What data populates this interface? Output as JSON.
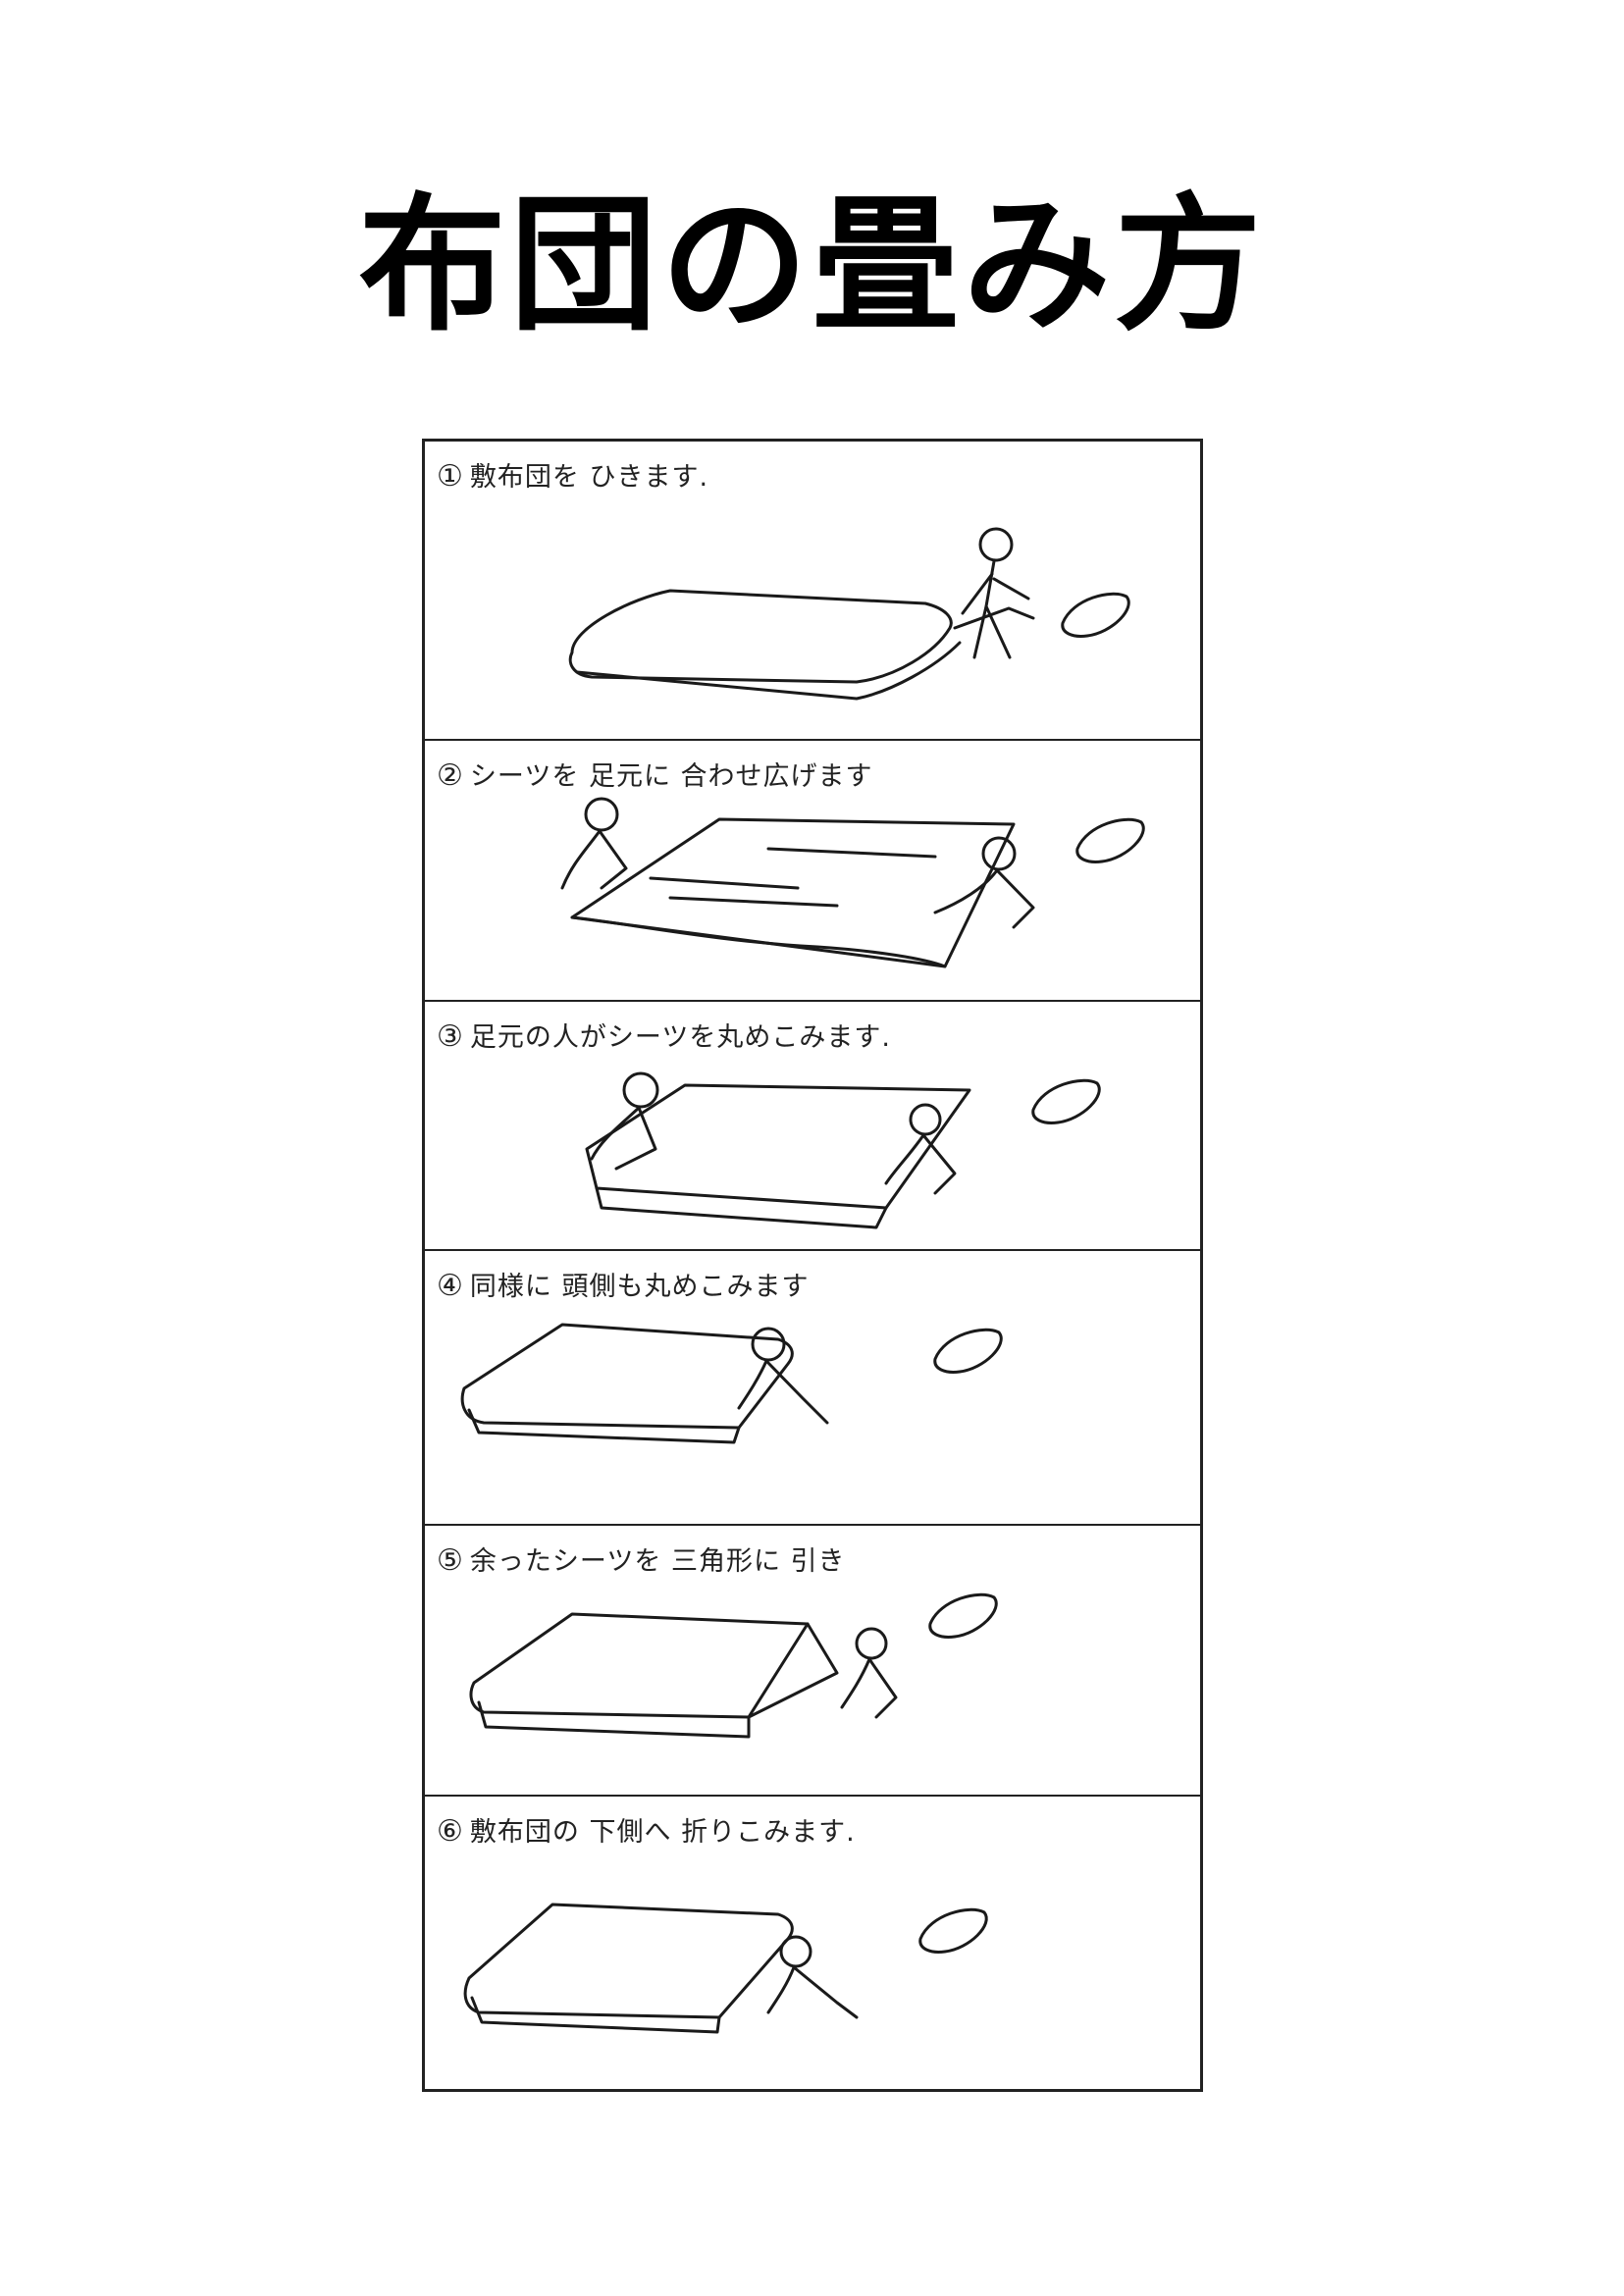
{
  "title": "布団の畳み方",
  "steps": [
    {
      "num": "①",
      "text": "敷布団を ひきます."
    },
    {
      "num": "②",
      "text": "シーツを 足元に 合わせ広げます"
    },
    {
      "num": "③",
      "text": "足元の人がシーツを丸めこみます."
    },
    {
      "num": "④",
      "text": "同様に 頭側も丸めこみます"
    },
    {
      "num": "⑤",
      "text": "余ったシーツを 三角形に 引き"
    },
    {
      "num": "⑥",
      "text": "敷布団の 下側へ 折りこみます."
    }
  ]
}
